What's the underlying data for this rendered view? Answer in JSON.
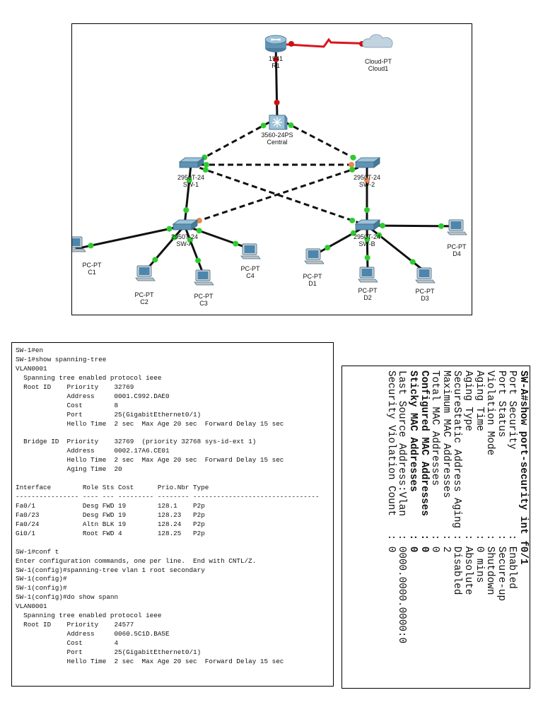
{
  "colors": {
    "link_up": "#2ecc2e",
    "link_blocked": "#e8894a",
    "serial_link": "#d9141c",
    "serial_end": "#cc1111",
    "device_body": "#5f93b4",
    "device_top": "#9cc3d8"
  },
  "topology": {
    "devices": [
      {
        "id": "r1",
        "kind": "router",
        "icon": "router-icon",
        "label_line1": "1941",
        "label_line2": "R1"
      },
      {
        "id": "cloud1",
        "kind": "cloud",
        "icon": "cloud-icon",
        "label_line1": "Cloud-PT",
        "label_line2": "Cloud1"
      },
      {
        "id": "central",
        "kind": "multilayer-switch",
        "icon": "multilayer-switch-icon",
        "label_line1": "3560-24PS",
        "label_line2": "Central"
      },
      {
        "id": "sw1",
        "kind": "switch",
        "icon": "switch-icon",
        "label_line1": "2950T-24",
        "label_line2": "SW-1"
      },
      {
        "id": "sw2",
        "kind": "switch",
        "icon": "switch-icon",
        "label_line1": "2950T-24",
        "label_line2": "SW-2"
      },
      {
        "id": "swa",
        "kind": "switch",
        "icon": "switch-icon",
        "label_line1": "2950T-24",
        "label_line2": "SW-A"
      },
      {
        "id": "swb",
        "kind": "switch",
        "icon": "switch-icon",
        "label_line1": "2950T-24",
        "label_line2": "SW-B"
      },
      {
        "id": "c1",
        "kind": "pc",
        "icon": "pc-icon",
        "label_line1": "PC-PT",
        "label_line2": "C1"
      },
      {
        "id": "c2",
        "kind": "pc",
        "icon": "pc-icon",
        "label_line1": "PC-PT",
        "label_line2": "C2"
      },
      {
        "id": "c3",
        "kind": "pc",
        "icon": "pc-icon",
        "label_line1": "PC-PT",
        "label_line2": "C3"
      },
      {
        "id": "c4",
        "kind": "pc",
        "icon": "pc-icon",
        "label_line1": "PC-PT",
        "label_line2": "C4"
      },
      {
        "id": "d1",
        "kind": "pc",
        "icon": "pc-icon",
        "label_line1": "PC-PT",
        "label_line2": "D1"
      },
      {
        "id": "d2",
        "kind": "pc",
        "icon": "pc-icon",
        "label_line1": "PC-PT",
        "label_line2": "D2"
      },
      {
        "id": "d3",
        "kind": "pc",
        "icon": "pc-icon",
        "label_line1": "PC-PT",
        "label_line2": "D3"
      },
      {
        "id": "d4",
        "kind": "pc",
        "icon": "pc-icon",
        "label_line1": "PC-PT",
        "label_line2": "D4"
      }
    ],
    "links": [
      {
        "from": "r1",
        "to": "cloud1",
        "style": "serial",
        "end_a": "serial",
        "end_b": "serial"
      },
      {
        "from": "r1",
        "to": "central",
        "style": "solid",
        "end_a": "serial",
        "end_b": "serial"
      },
      {
        "from": "central",
        "to": "sw1",
        "style": "dashed",
        "end_a": "up",
        "end_b": "up"
      },
      {
        "from": "central",
        "to": "sw2",
        "style": "dashed",
        "end_a": "up",
        "end_b": "up"
      },
      {
        "from": "sw1",
        "to": "sw2",
        "style": "dashed",
        "end_a": "up",
        "end_b": "blocked"
      },
      {
        "from": "sw1",
        "to": "swb",
        "style": "dashed",
        "end_a": "up",
        "end_b": "up"
      },
      {
        "from": "sw2",
        "to": "swa",
        "style": "dashed",
        "end_a": "up",
        "end_b": "blocked"
      },
      {
        "from": "sw1",
        "to": "swa",
        "style": "solid",
        "end_a": "up",
        "end_b": "up"
      },
      {
        "from": "sw2",
        "to": "swb",
        "style": "solid",
        "end_a": "blocked",
        "end_b": "up"
      },
      {
        "from": "swa",
        "to": "c1",
        "style": "solid",
        "end_a": "up",
        "end_b": "up"
      },
      {
        "from": "swa",
        "to": "c2",
        "style": "solid",
        "end_a": "up",
        "end_b": "up"
      },
      {
        "from": "swa",
        "to": "c3",
        "style": "solid",
        "end_a": "up",
        "end_b": "up"
      },
      {
        "from": "swa",
        "to": "c4",
        "style": "solid",
        "end_a": "up",
        "end_b": "up"
      },
      {
        "from": "swb",
        "to": "d1",
        "style": "solid",
        "end_a": "up",
        "end_b": "up"
      },
      {
        "from": "swb",
        "to": "d2",
        "style": "solid",
        "end_a": "up",
        "end_b": "up"
      },
      {
        "from": "swb",
        "to": "d3",
        "style": "solid",
        "end_a": "up",
        "end_b": "up"
      },
      {
        "from": "swb",
        "to": "d4",
        "style": "solid",
        "end_a": "up",
        "end_b": "up"
      }
    ]
  },
  "terminal": {
    "lines": [
      "SW-1#en",
      "SW-1#show spanning-tree",
      "VLAN0001",
      "  Spanning tree enabled protocol ieee",
      "  Root ID    Priority    32769",
      "             Address     0001.C992.DAE0",
      "             Cost        8",
      "             Port        25(GigabitEthernet0/1)",
      "             Hello Time  2 sec  Max Age 20 sec  Forward Delay 15 sec",
      "",
      "  Bridge ID  Priority    32769  (priority 32768 sys-id-ext 1)",
      "             Address     0002.17A6.CE01",
      "             Hello Time  2 sec  Max Age 20 sec  Forward Delay 15 sec",
      "             Aging Time  20",
      "",
      "Interface        Role Sts Cost      Prio.Nbr Type",
      "---------------- ---- --- --------- -------- --------------------------------",
      "Fa0/1            Desg FWD 19        128.1    P2p",
      "Fa0/23           Desg FWD 19        128.23   P2p",
      "Fa0/24           Altn BLK 19        128.24   P2p",
      "Gi0/1            Root FWD 4         128.25   P2p",
      "",
      "SW-1#conf t",
      "Enter configuration commands, one per line.  End with CNTL/Z.",
      "SW-1(config)#spanning-tree vlan 1 root secondary",
      "SW-1(config)#",
      "SW-1(config)#",
      "SW-1(config)#do show spann",
      "VLAN0001",
      "  Spanning tree enabled protocol ieee",
      "  Root ID    Priority    24577",
      "             Address     0060.5C1D.BA5E",
      "             Cost        4",
      "             Port        25(GigabitEthernet0/1)",
      "             Hello Time  2 sec  Max Age 20 sec  Forward Delay 15 sec"
    ]
  },
  "port_security": {
    "lines": [
      "SW-A#show port-security int f0/1",
      "Port Security              : Enabled",
      "Port Status                : Secure-up",
      "Violation Mode             : Shutdown",
      "Aging Time                 : 0 mins",
      "Aging Type                 : Absolute",
      "SecureStatic Address Aging : Disabled",
      "Maximum MAC Addresses      : 2",
      "Total MAC Addresses        : 0",
      "Configured MAC Addresses   : 0",
      "Sticky MAC Addresses       : 0",
      "Last Source Address:Vlan   : 0000.0000.0000:0",
      "Security Violation Count   : 0"
    ],
    "bold_lines": [
      0,
      9,
      10
    ]
  }
}
